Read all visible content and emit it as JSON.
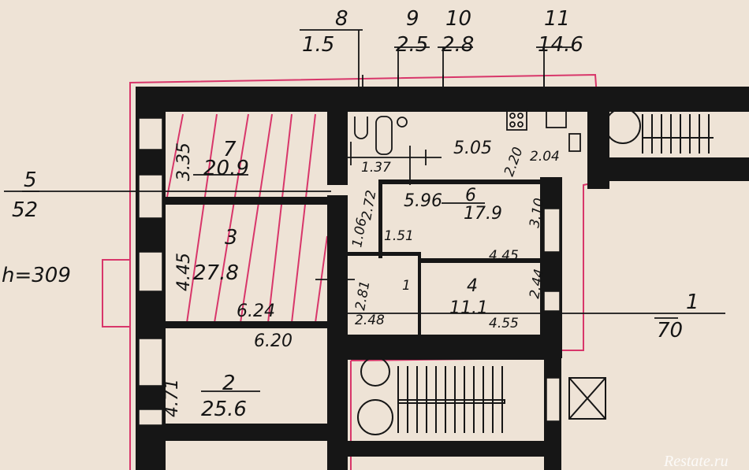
{
  "plan": {
    "ceiling_height": "h=309",
    "rooms": [
      {
        "num": "1",
        "area": ""
      },
      {
        "num": "2",
        "area": "25.6"
      },
      {
        "num": "3",
        "area": "27.8"
      },
      {
        "num": "4",
        "area": "11.1"
      },
      {
        "num": "5",
        "area": "52"
      },
      {
        "num": "6",
        "area": "17.9"
      },
      {
        "num": "7",
        "area": "20.9"
      },
      {
        "num": "8",
        "area": "1.5"
      },
      {
        "num": "9",
        "area": "2.5"
      },
      {
        "num": "10",
        "area": "2.8"
      },
      {
        "num": "11",
        "area": "14.6"
      }
    ],
    "total": {
      "num": "1",
      "area": "70"
    },
    "dimensions": [
      "3.35",
      "4.45",
      "6.24",
      "6.20",
      "4.71",
      "1.37",
      "5.05",
      "2.20",
      "2.04",
      "5.96",
      "1.51",
      "1.06",
      "2.72",
      "4.45",
      "4.55",
      "2.48",
      "2.81",
      "2.44",
      "3.10"
    ],
    "colors": {
      "wall": "#161616",
      "paper": "#eee3d6",
      "redline": "#d8366a"
    },
    "watermark": "Restate.ru"
  }
}
